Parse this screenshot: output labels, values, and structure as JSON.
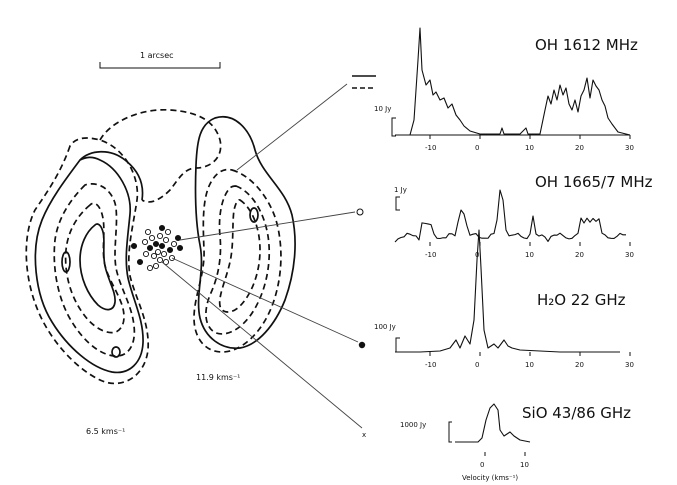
{
  "scale_bar": {
    "label": "1 arcsec"
  },
  "map": {
    "velocity_left": "6.5 kms⁻¹",
    "velocity_right": "11.9 kms⁻¹"
  },
  "spectra": [
    {
      "title": "OH 1612 MHz",
      "scale": "10 Jy",
      "ticks": [
        "-10",
        "0",
        "10",
        "20",
        "30"
      ]
    },
    {
      "title": "OH 1665/7 MHz",
      "scale": "1 Jy",
      "ticks": [
        "-10",
        "0",
        "10",
        "20",
        "30"
      ]
    },
    {
      "title": "H₂O  22 GHz",
      "scale": "100 Jy",
      "ticks": [
        "-10",
        "0",
        "10",
        "20",
        "30"
      ]
    },
    {
      "title": "SiO  43/86 GHz",
      "scale": "1000 Jy",
      "ticks": [
        "0",
        "10"
      ]
    }
  ],
  "xaxis_label": "Velocity  (kms⁻¹)",
  "marker_symbols": {
    "cross": "x"
  },
  "legend": {
    "solid": "solid line",
    "dashed": "dashed line"
  }
}
